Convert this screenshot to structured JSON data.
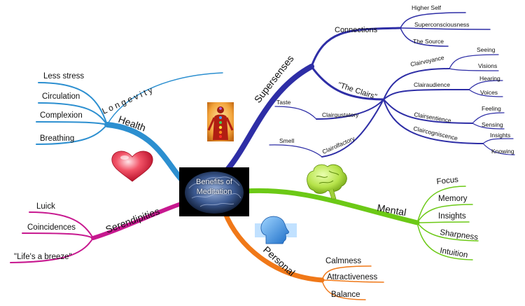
{
  "title": "Benefits of Meditation",
  "colors": {
    "supersenses": "#2e2ea6",
    "health": "#2c8fd0",
    "mental": "#6cc916",
    "personal": "#f07818",
    "serendipities": "#c7188f"
  },
  "icons": {
    "chakra": "chakra-figure-icon",
    "heart": "heart-icon",
    "brain": "brain-icon",
    "head": "head-icon"
  },
  "branches": {
    "supersenses": {
      "label": "Supersenses",
      "connections": {
        "label": "Connections",
        "items": [
          "Higher Self",
          "Superconsciousness",
          "The Source"
        ]
      },
      "clairs": {
        "label": "\"The Clairs\"",
        "clairvoyance": {
          "label": "Clairvoyance",
          "items": [
            "Seeing",
            "Visions"
          ]
        },
        "clairaudience": {
          "label": "Clairaudience",
          "items": [
            "Hearing",
            "Voices"
          ]
        },
        "clairsentience": {
          "label": "Clairsentience",
          "items": [
            "Feeling",
            "Sensing"
          ]
        },
        "claircogniscence": {
          "label": "Claircogniscence",
          "items": [
            "Insights",
            "Knowing"
          ]
        },
        "clairgustatory": {
          "label": "Clairgustatory",
          "items": [
            "Taste"
          ]
        },
        "clairolfactory": {
          "label": "Clairolfactory",
          "items": [
            "Smell"
          ]
        }
      }
    },
    "health": {
      "label": "Health",
      "longevity": "L o n g e v i t y",
      "items": [
        "Less stress",
        "Circulation",
        "Complexion",
        "Breathing"
      ]
    },
    "mental": {
      "label": "Mental",
      "items": [
        "Focus",
        "Memory",
        "Insights",
        "Sharpness",
        "Intuition"
      ]
    },
    "personal": {
      "label": "Personal",
      "items": [
        "Calmness",
        "Attractiveness",
        "Balance"
      ]
    },
    "serendipities": {
      "label": "Serendipities",
      "items": [
        "Luick",
        "Coincidences",
        "\"Life's a breeze\""
      ]
    }
  }
}
